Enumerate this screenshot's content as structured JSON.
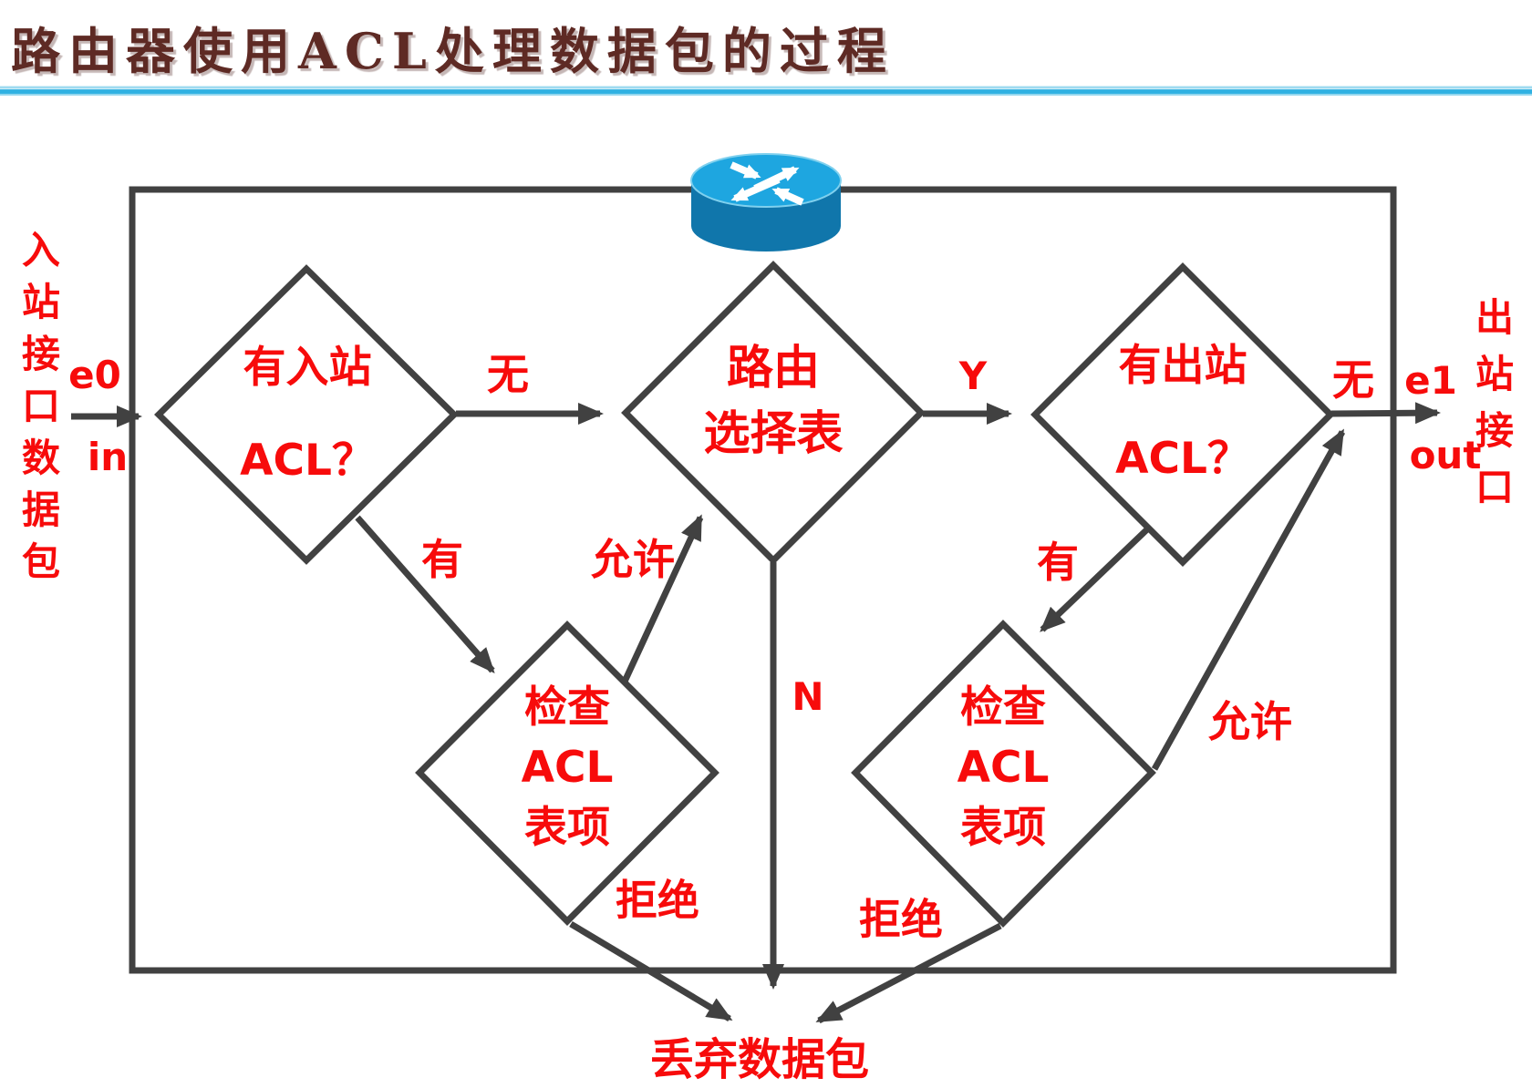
{
  "title": {
    "text": "路由器使用ACL处理数据包的过程"
  },
  "colors": {
    "label_red": "#f70b0b",
    "line_gray": "#414141",
    "title_maroon": "#5e2a24",
    "separator_cyan": "#2fb1e2",
    "router_top_blue": "#1ea6e0",
    "router_body_blue": "#1076ab"
  },
  "diagram": {
    "inbound": {
      "vertical_label": "入站接口数据包",
      "port": "e0",
      "direction": "in"
    },
    "outbound": {
      "vertical_label": "出站接口",
      "port": "e1",
      "direction": "out"
    },
    "nodes": {
      "inbound_acl": {
        "line1": "有入站",
        "line2": "ACL？"
      },
      "routing_table": {
        "line1": "路由",
        "line2": "选择表"
      },
      "outbound_acl": {
        "line1": "有出站",
        "line2": "ACL？"
      },
      "check_acl_in": {
        "line1": "检查",
        "line2": "ACL",
        "line3": "表项"
      },
      "check_acl_out": {
        "line1": "检查",
        "line2": "ACL",
        "line3": "表项"
      }
    },
    "edge_labels": {
      "inbound_none": "无",
      "route_yes": "Y",
      "outbound_none": "无",
      "inbound_has": "有",
      "permit_in": "允许",
      "route_no": "N",
      "outbound_has": "有",
      "permit_out": "允许",
      "deny_in": "拒绝",
      "deny_out": "拒绝"
    },
    "drop_label": "丢弃数据包",
    "icons": {
      "router": "cisco-router-icon"
    }
  }
}
